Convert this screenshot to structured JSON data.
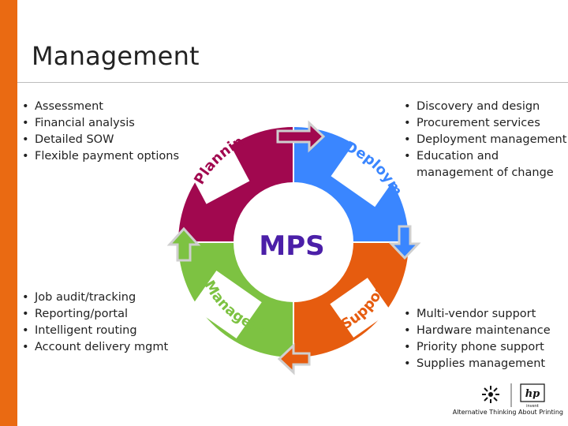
{
  "title": "Management",
  "center_label": "MPS",
  "segments": {
    "planning": {
      "label": "Planning",
      "color": "#a1084f"
    },
    "deployment": {
      "label": "Deployment",
      "color": "#3a86ff"
    },
    "support": {
      "label": "Support",
      "color": "#e65c0f"
    },
    "management": {
      "label": "Management",
      "color": "#7dc242"
    }
  },
  "lists": {
    "planning": [
      "Assessment",
      "Financial analysis",
      "Detailed SOW",
      "Flexible payment options"
    ],
    "deployment": [
      "Discovery and design",
      "Procurement services",
      "Deployment management",
      "Education and management of change"
    ],
    "management": [
      "Job audit/tracking",
      "Reporting/portal",
      "Intelligent routing",
      "Account delivery mgmt"
    ],
    "support": [
      "Multi-vendor support",
      "Hardware maintenance",
      "Priority phone support",
      "Supplies management"
    ]
  },
  "footer": {
    "tagline": "Alternative Thinking About Printing",
    "logo_text": "hp",
    "logo_subtext": "invent"
  },
  "colors": {
    "accent_bar": "#ea6a12",
    "mps_text": "#4b1fa8"
  }
}
